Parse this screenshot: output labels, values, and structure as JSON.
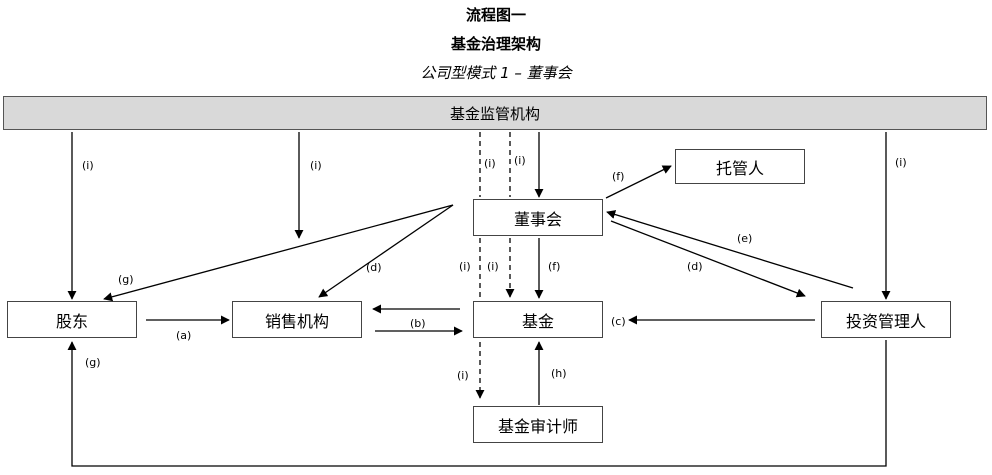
{
  "titles": {
    "figure": "流程图一",
    "main": "基金治理架构",
    "sub": "公司型模式 1 –  董事会"
  },
  "nodes": {
    "regulator": "基金监管机构",
    "custodian": "托管人",
    "board": "董事会",
    "shareholders": "股东",
    "distributors": "销售机构",
    "fund": "基金",
    "manager": "投资管理人",
    "auditor": "基金审计师"
  },
  "labels": {
    "i": "(i)",
    "a": "(a)",
    "b": "(b)",
    "c": "(c)",
    "d": "(d)",
    "e": "(e)",
    "f": "(f)",
    "g": "(g)",
    "h": "(h)"
  }
}
